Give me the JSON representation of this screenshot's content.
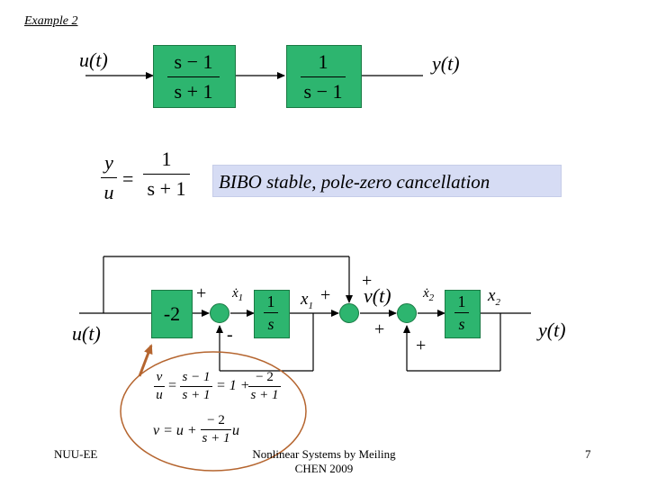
{
  "title": "Example 2",
  "top": {
    "input": "u(t)",
    "output": "y(t)",
    "block1": {
      "num": "s − 1",
      "den": "s + 1"
    },
    "block2": {
      "num": "1",
      "den": "s − 1"
    }
  },
  "transfer": {
    "lhs_num": "y",
    "lhs_den": "u",
    "eq": "=",
    "rhs_num": "1",
    "rhs_den": "s + 1"
  },
  "note": "BIBO  stable, pole-zero cancellation",
  "bottom": {
    "input": "u(t)",
    "output": "y(t)",
    "gain": "-2",
    "integrator1": {
      "num": "1",
      "den": "s"
    },
    "integrator2": {
      "num": "1",
      "den": "s"
    },
    "x1": "x",
    "x1_sub": "1",
    "x2": "x",
    "x2_sub": "2",
    "x1dot_sub": "1",
    "x2dot_sub": "2",
    "v": "v(t)",
    "signs": {
      "s1_top": "+",
      "s1_bottom": "-",
      "s2_left": "+",
      "s2_top": "+",
      "s2_bottom": "+",
      "s3_bottom": "+"
    }
  },
  "equations": {
    "line1_lhs_num": "v",
    "line1_lhs_den": "u",
    "line1_mid_num": "s − 1",
    "line1_mid_den": "s + 1",
    "line1_rest": "= 1 +",
    "line1_end_num": "− 2",
    "line1_end_den": "s + 1",
    "line2_start": "v = u +",
    "line2_num": "− 2",
    "line2_den": "s + 1",
    "line2_end": "u"
  },
  "footer": {
    "left": "NUU-EE",
    "center_line1": "Nonlinear Systems  by Meiling",
    "center_line2": "CHEN 2009",
    "page": "7"
  },
  "colors": {
    "block": "#2db56f",
    "note_bg": "#d6dcf4",
    "ellipse": "#b5652f",
    "arrow": "#b5652f"
  }
}
